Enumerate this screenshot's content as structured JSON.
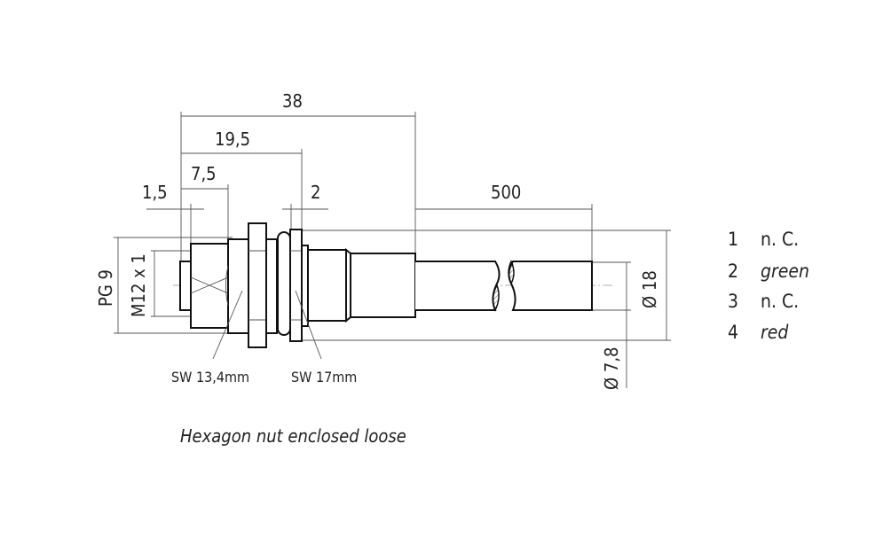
{
  "dimensions": {
    "overall_length": "38",
    "length_19_5": "19,5",
    "length_7_5": "7,5",
    "length_1_5": "1,5",
    "length_2": "2",
    "cable_length": "500",
    "thread_pg": "PG 9",
    "thread_m12": "M12 x 1",
    "diameter_18": "Ø 18",
    "diameter_cable": "Ø 7,8"
  },
  "wrench_sizes": {
    "sw1": "SW 13,4mm",
    "sw2": "SW 17mm"
  },
  "pin_legend": [
    {
      "pin": "1",
      "label": "n. C.",
      "italic": false
    },
    {
      "pin": "2",
      "label": "green",
      "italic": true
    },
    {
      "pin": "3",
      "label": "n. C.",
      "italic": false
    },
    {
      "pin": "4",
      "label": "red",
      "italic": true
    }
  ],
  "note": "Hexagon nut enclosed loose"
}
